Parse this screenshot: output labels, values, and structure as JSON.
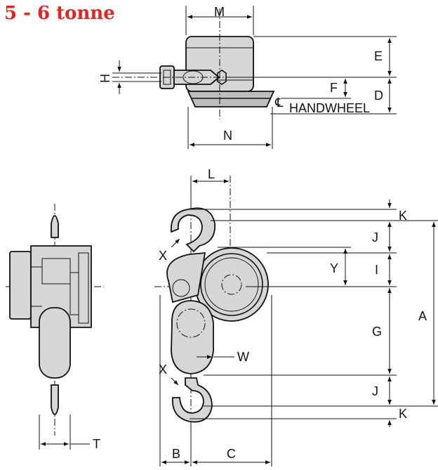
{
  "title": "5 - 6 tonne",
  "top_view": {
    "dim_M": "M",
    "dim_E": "E",
    "dim_H": "H",
    "dim_F": "F",
    "dim_D": "D",
    "handwheel_label": "HANDWHEEL",
    "dim_N": "N"
  },
  "front_view": {
    "dim_L": "L",
    "dim_K_top": "K",
    "dim_J_top": "J",
    "dim_X_top": "X",
    "dim_Y": "Y",
    "dim_I": "I",
    "dim_A": "A",
    "dim_G": "G",
    "dim_W": "W",
    "dim_X_bottom": "X",
    "dim_J_bottom": "J",
    "dim_K_bottom": "K",
    "dim_B": "B",
    "dim_C": "C"
  },
  "side_view": {
    "dim_T": "T"
  }
}
